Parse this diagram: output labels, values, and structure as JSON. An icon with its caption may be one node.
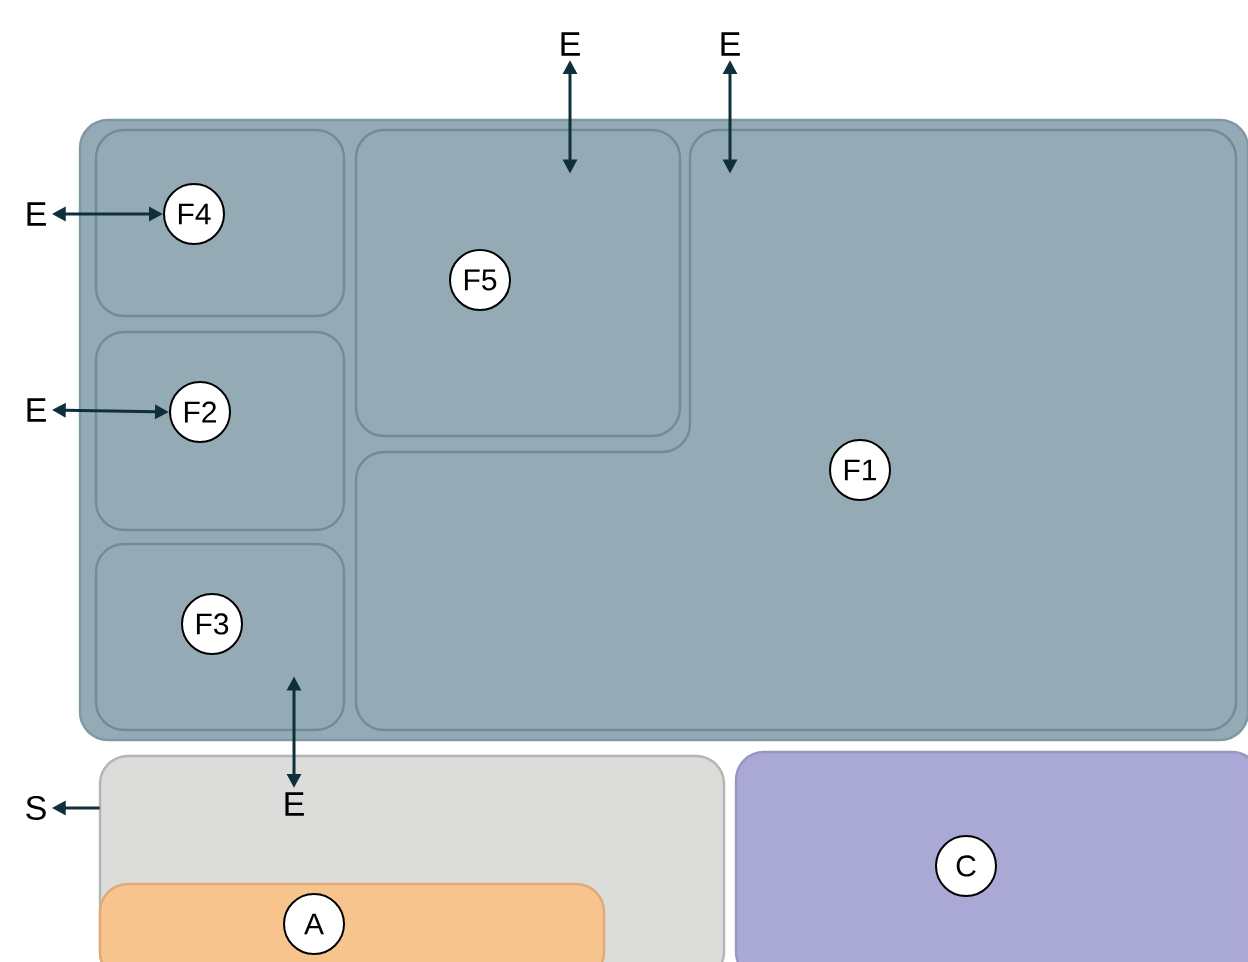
{
  "diagram": {
    "nodes": [
      {
        "text": [],
        "shape": "box"
      },
      {
        "text": [
          "F4"
        ],
        "in": 0
      },
      {
        "text": [
          "F5"
        ],
        "in": 0
      },
      {
        "text": [
          "F1"
        ],
        "in": 0
      },
      {
        "text": [
          "F2"
        ],
        "in": 0
      },
      {
        "text": [
          "F3"
        ],
        "in": 0
      },
      {
        "text": [],
        "shape": "box"
      },
      {
        "text": [
          "C"
        ]
      },
      {
        "text": [
          "A"
        ],
        "in": 6
      },
      {
        "text": [
          "E"
        ]
      },
      {
        "text": [
          "E"
        ]
      },
      {
        "text": [
          "E"
        ]
      },
      {
        "text": [
          "E"
        ]
      },
      {
        "text": [
          "E"
        ],
        "in": 6
      },
      {
        "text": [
          "S"
        ]
      }
    ],
    "edges": [
      {
        "from": 9,
        "to": 2,
        "arrow": "both"
      },
      {
        "from": 10,
        "to": 3,
        "arrow": "both"
      },
      {
        "from": 11,
        "to": 1,
        "arrow": "both"
      },
      {
        "from": 12,
        "to": 4,
        "arrow": "both"
      },
      {
        "from": 5,
        "to": 13,
        "arrow": "both"
      },
      {
        "from": 6,
        "to": 14,
        "arrow": "to"
      }
    ]
  }
}
